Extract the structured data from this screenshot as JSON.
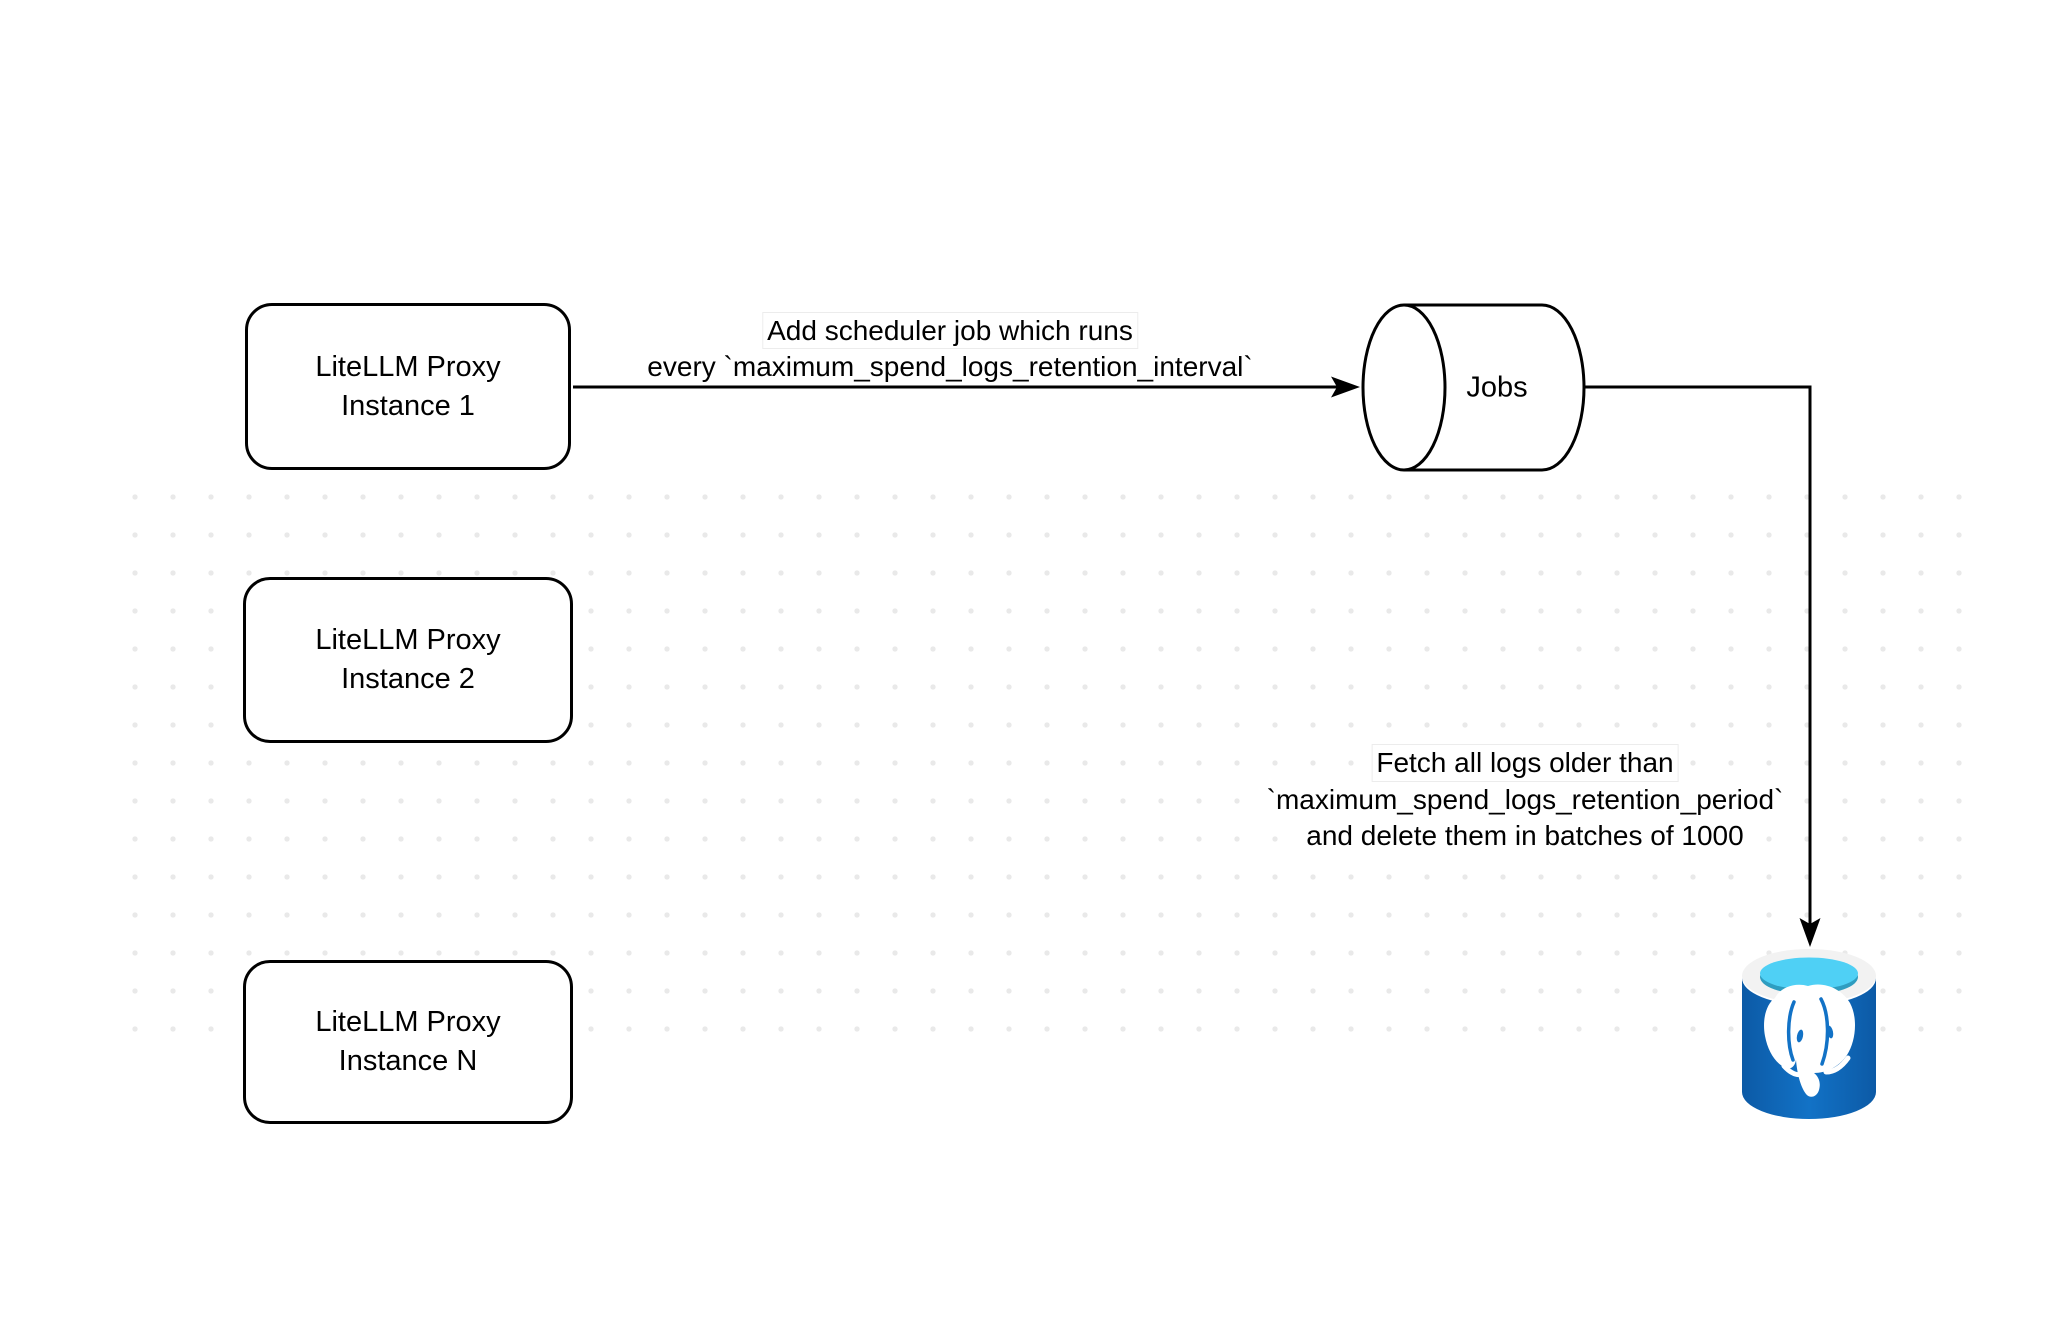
{
  "diagram": {
    "nodes": {
      "proxy1": {
        "line1": "LiteLLM Proxy",
        "line2": "Instance 1"
      },
      "proxy2": {
        "line1": "LiteLLM Proxy",
        "line2": "Instance 2"
      },
      "proxyN": {
        "line1": "LiteLLM Proxy",
        "line2": "Instance N"
      },
      "jobs": {
        "label": "Jobs"
      },
      "postgres": {
        "icon": "postgresql-database-icon"
      }
    },
    "edges": {
      "scheduler": {
        "line1": "Add scheduler job which runs",
        "line2": "every `maximum_spend_logs_retention_interval`"
      },
      "cleanup": {
        "line1": "Fetch all logs older than",
        "line2": "`maximum_spend_logs_retention_period`",
        "line3": "and delete them in batches of 1000"
      }
    }
  },
  "colors": {
    "stroke": "#000000",
    "node_fill": "#ffffff",
    "text": "#000000",
    "dot": "#e9e9e9",
    "label_border": "#ececec",
    "pg_body": "#1272c6",
    "pg_body_dark": "#0c5aa6",
    "pg_rim": "#f2f2f2",
    "pg_cyan": "#4fd0f5",
    "pg_teal": "#2f9dc0",
    "pg_white": "#ffffff",
    "canvas_bg": "#ffffff"
  }
}
